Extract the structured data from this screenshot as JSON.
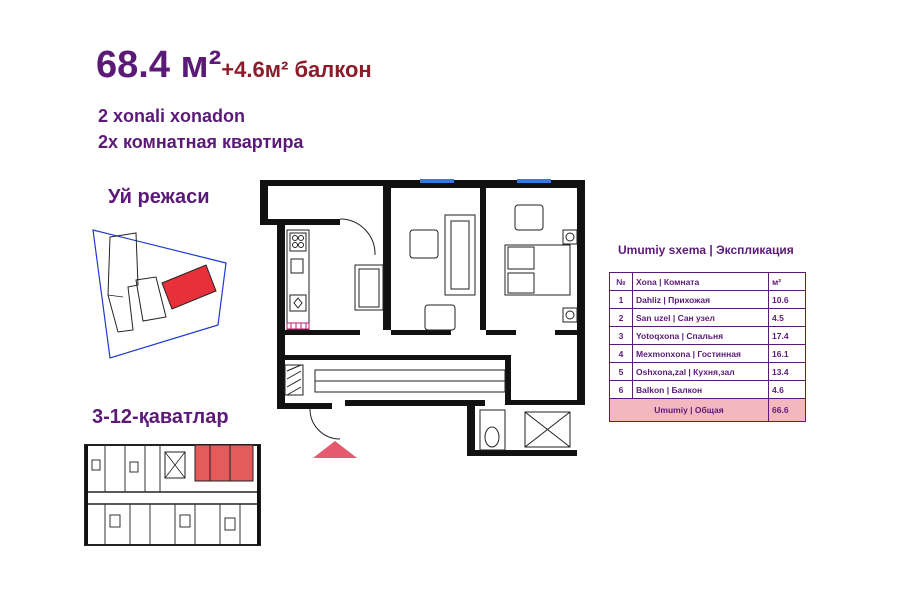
{
  "header": {
    "area_main": "68.4",
    "area_main_unit": "м²",
    "area_balcony": "+4.6м² балкон",
    "subtitle_uz": "2 xonali xonadon",
    "subtitle_ru": "2х комнатная квартира"
  },
  "plan_label": "Уй режаси",
  "floors_label": "3-12-қаватлар",
  "explication": {
    "title": "Umumiy sxema  |  Экспликация",
    "headers": {
      "num": "№",
      "room": "Xona  |  Комната",
      "area": "м²"
    },
    "rows": [
      {
        "num": "1",
        "room": "Dahliz  |  Прихожая",
        "area": "10.6"
      },
      {
        "num": "2",
        "room": "San uzel  |  Сан узел",
        "area": "4.5"
      },
      {
        "num": "3",
        "room": "Yotoqxona  |  Спальня",
        "area": "17.4"
      },
      {
        "num": "4",
        "room": "Mexmonxona | Гостинная",
        "area": "16.1"
      },
      {
        "num": "5",
        "room": "Oshxona,zal  |  Кухня,зал",
        "area": "13.4"
      },
      {
        "num": "6",
        "room": "Balkon  |  Балкон",
        "area": "4.6"
      }
    ],
    "total": {
      "label": "Umumiy  |  Общая",
      "area": "66.6"
    }
  },
  "colors": {
    "title_purple": "#5b1a78",
    "balcony_red": "#8e1b2a",
    "highlight_red": "#e8303a",
    "total_pink": "#f4b7c0",
    "window_blue": "#3b78d8"
  },
  "icons": [
    "compass-icon",
    "entrance-arrow-icon"
  ]
}
